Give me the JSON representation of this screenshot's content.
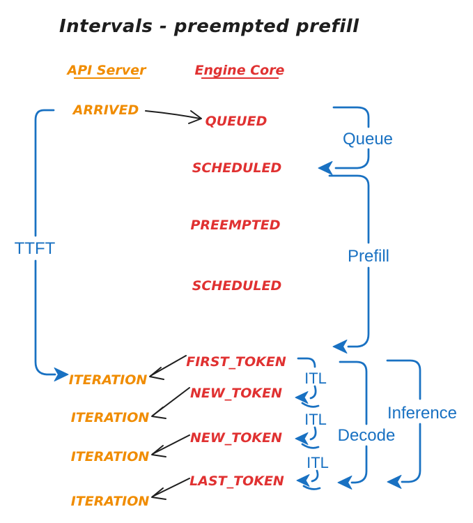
{
  "title": "Intervals - preempted prefill",
  "columns": {
    "api_server": "API Server",
    "engine_core": "Engine Core"
  },
  "events": {
    "arrived": "ARRIVED",
    "queued": "QUEUED",
    "scheduled1": "SCHEDULED",
    "preempted": "PREEMPTED",
    "scheduled2": "SCHEDULED",
    "first_token": "FIRST_TOKEN",
    "new_token1": "NEW_TOKEN",
    "new_token2": "NEW_TOKEN",
    "last_token": "LAST_TOKEN",
    "iteration1": "ITERATION",
    "iteration2": "ITERATION",
    "iteration3": "ITERATION",
    "iteration4": "ITERATION"
  },
  "intervals": {
    "ttft": "TTFT",
    "queue": "Queue",
    "prefill": "Prefill",
    "itl1": "ITL",
    "itl2": "ITL",
    "itl3": "ITL",
    "decode": "Decode",
    "inference": "Inference"
  },
  "colors": {
    "api_server": "#f08c00",
    "engine_core": "#e03131",
    "interval": "#1971c2",
    "arrow_ink": "#1e1e1e",
    "background": "#ffffff"
  }
}
